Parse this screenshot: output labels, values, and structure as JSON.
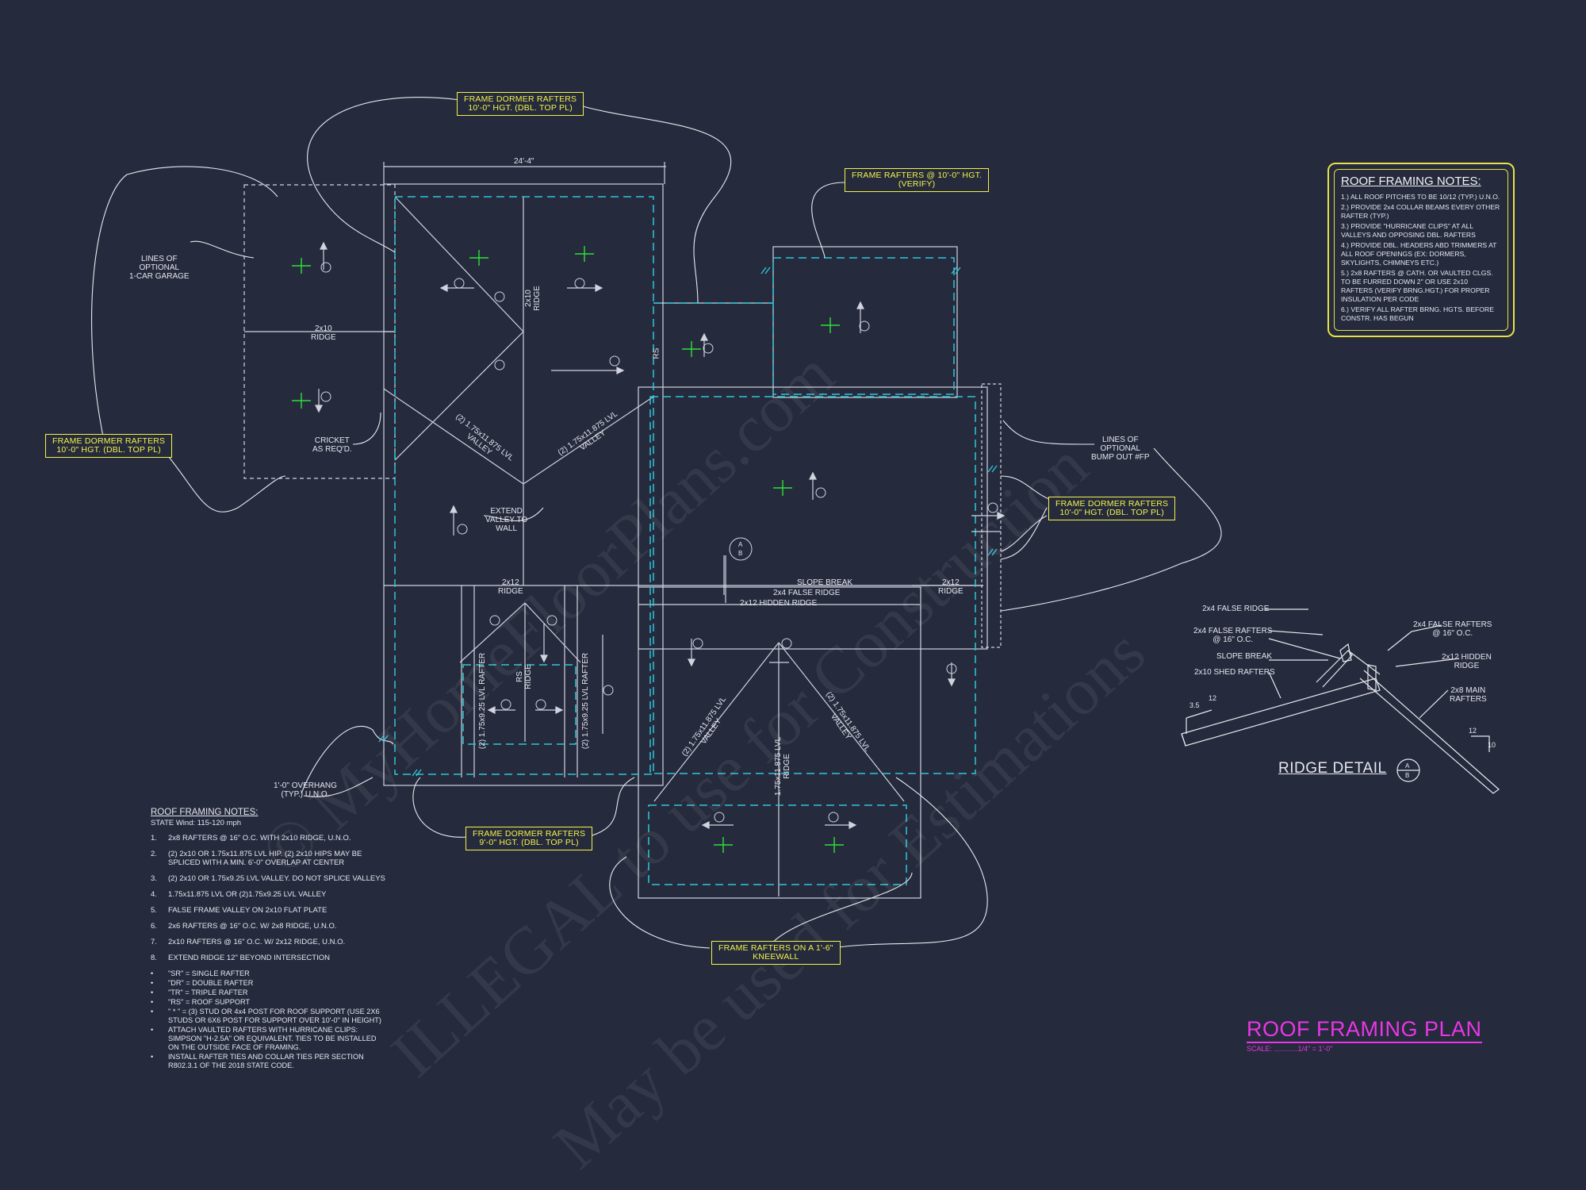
{
  "tags": {
    "dormer_top": "FRAME DORMER RAFTERS\n10'-0\" HGT. (DBL. TOP PL)",
    "rafters_right": "FRAME RAFTERS @ 10'-0\" HGT.\n(VERIFY)",
    "dormer_left": "FRAME DORMER RAFTERS\n10'-0\" HGT. (DBL. TOP PL)",
    "dormer_right": "FRAME DORMER RAFTERS\n10'-0\" HGT. (DBL. TOP PL)",
    "dormer_bottom": "FRAME DORMER RAFTERS\n9'-0\" HGT. (DBL. TOP PL)",
    "kneewall": "FRAME RAFTERS ON A 1'-6\"\nKNEEWALL"
  },
  "labels": {
    "dim_top": "24'-4\"",
    "garage": "LINES OF\nOPTIONAL\n1-CAR GARAGE",
    "ridge_2x10_a": "2x10\nRIDGE",
    "ridge_2x10_b": "2x10\nRIDGE",
    "cricket": "CRICKET\nAS REQ'D.",
    "lvl_valley_a": "(2) 1.75x11.875 LVL\nVALLEY",
    "lvl_valley_b": "(2) 1.75x11.875 LVL\nVALLEY",
    "extend_valley": "EXTEND\nVALLEY TO\nWALL",
    "bump_out": "LINES OF\nOPTIONAL\nBUMP OUT #FP",
    "ridge_2x12_a": "2x12\nRIDGE",
    "ridge_2x12_b": "2x12\nRIDGE",
    "slope_break": "SLOPE BREAK",
    "false_ridge": "2x4 FALSE RIDGE",
    "hidden_ridge": "2x12 HIDDEN RIDGE",
    "overhang": "1'-0\" OVERHANG\n(TYP.) U.N.O.",
    "rs": "RS",
    "rs_ridge": "RS\nRIDGE",
    "lvl_rafter_a": "(2) 1.75x9.25 LVL RAFTER",
    "lvl_rafter_b": "(2) 1.75x9.25 LVL RAFTER",
    "lvl_valley_c": "(2) 1.75x11.875 LVL\nVALLEY",
    "lvl_valley_d": "(2) 1.75x11.875 LVL\nVALLEY",
    "lvl_ridge": "1.75x11.875 LVL\nRIDGE",
    "section_a": "A",
    "section_b": "B"
  },
  "ridge_detail": {
    "title": "RIDGE DETAIL",
    "tag_a": "A",
    "tag_b": "B",
    "false_ridge": "2x4 FALSE RIDGE",
    "false_rafters_a": "2x4 FALSE RAFTERS\n@ 16\" O.C.",
    "slope_break": "SLOPE BREAK",
    "shed_rafters": "2x10 SHED RAFTERS",
    "false_rafters_b": "2x4 FALSE RAFTERS\n@ 16\" O.C.",
    "hidden_ridge": "2x12 HIDDEN\nRIDGE",
    "main_rafters": "2x8 MAIN\nRAFTERS",
    "pitch_a": "3.5",
    "pitch_a2": "12",
    "pitch_b": "12",
    "pitch_b2": "10"
  },
  "roof_notes": {
    "title": "ROOF FRAMING NOTES:",
    "items": [
      "1.) ALL ROOF PITCHES TO BE 10/12 (TYP.) U.N.O.",
      "2.) PROVIDE 2x4 COLLAR BEAMS EVERY OTHER RAFTER (TYP.)",
      "3.) PROVIDE \"HURRICANE CLIPS\" AT ALL VALLEYS AND OPPOSING DBL. RAFTERS",
      "4.) PROVIDE DBL. HEADERS ABD TRIMMERS AT ALL ROOF OPENINGS (EX: DORMERS, SKYLIGHTS, CHIMNEYS ETC.)",
      "5.) 2x8 RAFTERS @ CATH. OR VAULTED CLGS. TO BE FURRED DOWN 2\" OR USE 2x10 RAFTERS (VERIFY BRNG.HGT.) FOR PROPER INSULATION PER CODE",
      "6.) VERIFY ALL RAFTER BRNG. HGTS. BEFORE CONSTR. HAS BEGUN"
    ]
  },
  "legend": {
    "title": "ROOF FRAMING NOTES:",
    "subtitle": "STATE Wind: 115-120 mph",
    "items": [
      {
        "mark": "1.",
        "text": "2x8 RAFTERS @ 16\" O.C. WITH 2x10 RIDGE, U.N.O."
      },
      {
        "mark": "2.",
        "text": "(2) 2x10 OR 1.75x11.875 LVL HIP. (2) 2x10 HIPS MAY BE SPLICED WITH A MIN. 6'-0\" OVERLAP AT CENTER"
      },
      {
        "mark": "3.",
        "text": "(2) 2x10 OR 1.75x9.25 LVL VALLEY. DO NOT SPLICE VALLEYS"
      },
      {
        "mark": "4.",
        "text": "1.75x11.875 LVL OR (2)1.75x9.25 LVL VALLEY"
      },
      {
        "mark": "5.",
        "text": "FALSE FRAME VALLEY ON 2x10 FLAT PLATE"
      },
      {
        "mark": "6.",
        "text": "2x6 RAFTERS @ 16\" O.C. W/ 2x8 RIDGE, U.N.O."
      },
      {
        "mark": "7.",
        "text": "2x10 RAFTERS @ 16\" O.C. W/ 2x12 RIDGE, U.N.O."
      },
      {
        "mark": "8.",
        "text": "EXTEND RIDGE 12\" BEYOND INTERSECTION"
      }
    ],
    "bullets": [
      "\"SR\" = SINGLE RAFTER",
      "\"DR\" = DOUBLE RAFTER",
      "\"TR\" = TRIPLE RAFTER",
      "\"RS\" = ROOF SUPPORT",
      "\" * \" = (3) STUD OR 4x4 POST FOR ROOF SUPPORT (USE 2X6 STUDS OR 6X6 POST FOR SUPPORT OVER 10'-0\" IN HEIGHT)",
      "ATTACH VAULTED RAFTERS WITH HURRICANE CLIPS: SIMPSON \"H-2.5A\" OR EQUIVALENT. TIES TO BE INSTALLED ON THE OUTSIDE FACE OF FRAMING.",
      "INSTALL RAFTER TIES AND COLLAR TIES PER SECTION R802.3.1 OF THE 2018 STATE CODE."
    ]
  },
  "title_block": {
    "title": "ROOF FRAMING PLAN",
    "scale": "SCALE: ............1/4\" = 1'-0\""
  },
  "watermark": {
    "line1": "© MyHomeFloorPlans.com",
    "line2": "ILLEGAL to use for Construction",
    "line3": "May be used for Estimations"
  },
  "colors": {
    "background": "#252a3c",
    "lines": "#d8d8e2",
    "dashed_cyan": "#2fc6d8",
    "note_yellow": "#f4f24a",
    "pitch_green": "#2ee03a",
    "title_magenta": "#ea36e6"
  }
}
